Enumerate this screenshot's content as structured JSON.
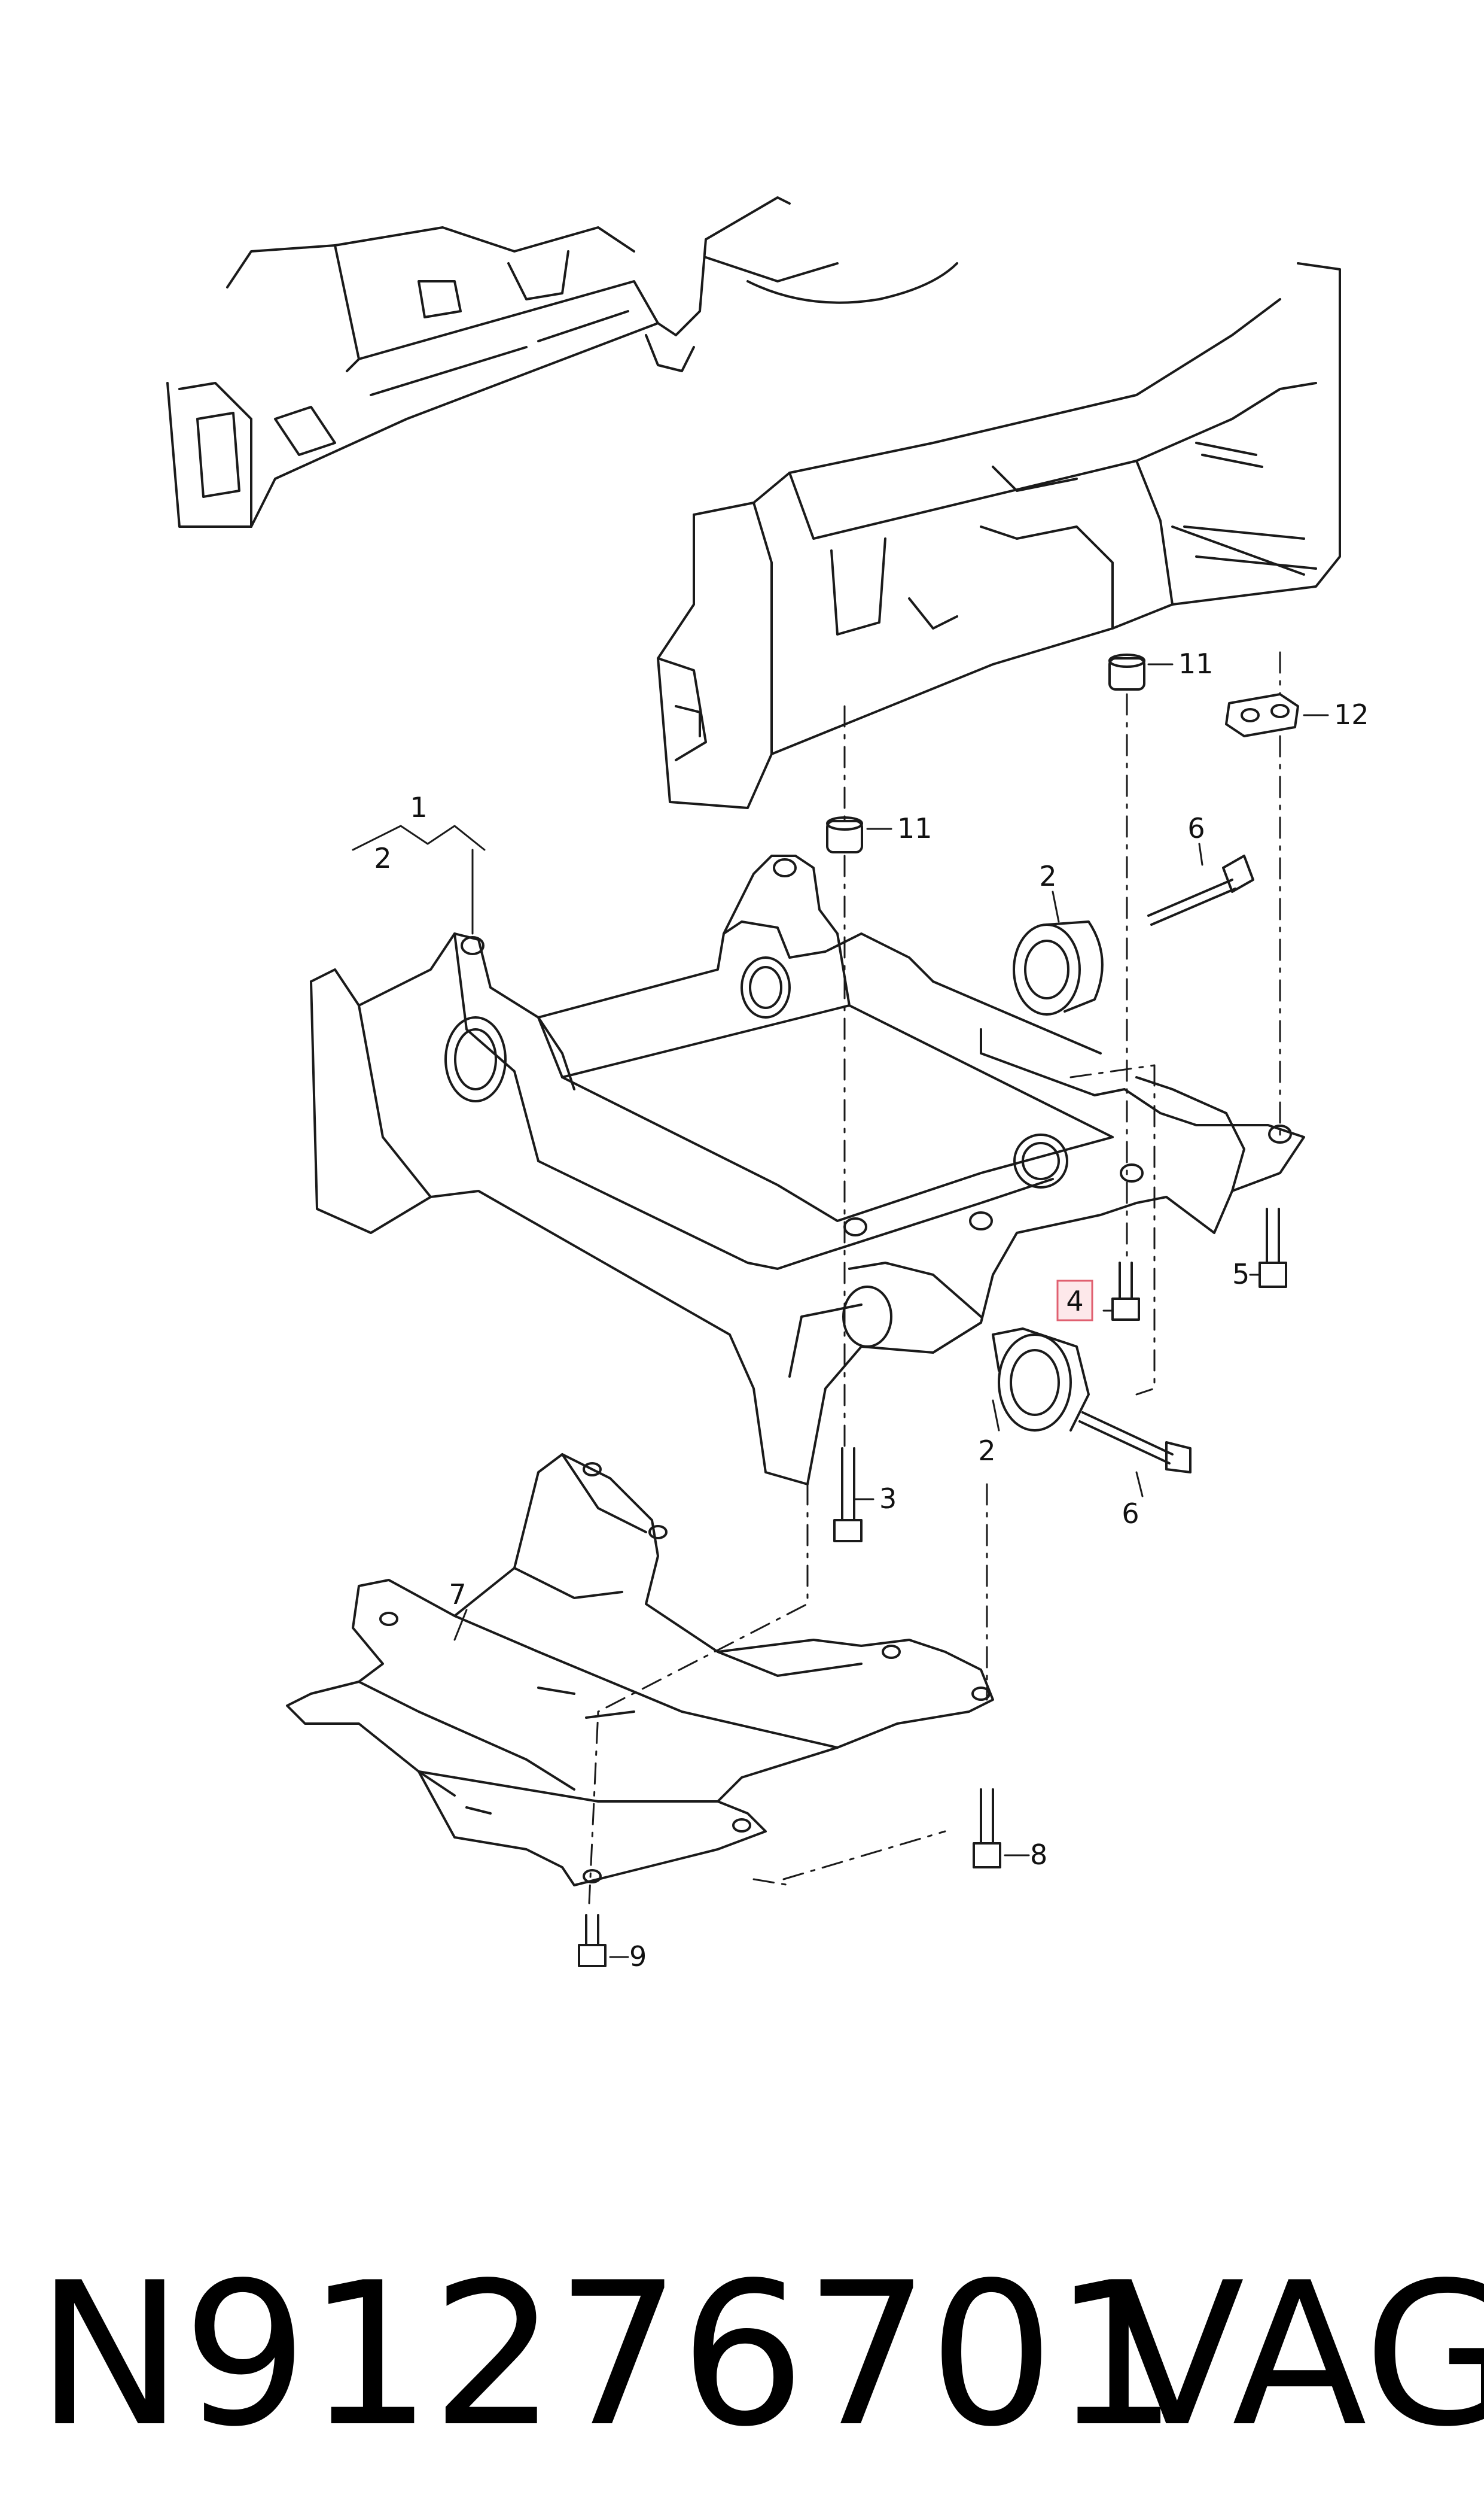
{
  "callouts": {
    "c1": "1",
    "c2_bracket": "2",
    "c2_upper": "2",
    "c2_lower": "2",
    "c3": "3",
    "c4": "4",
    "c5": "5",
    "c6_upper": "6",
    "c6_lower": "6",
    "c7": "7",
    "c8": "8",
    "c9": "9",
    "c11_right": "11",
    "c11_left": "11",
    "c12": "12"
  },
  "highlight": {
    "callout": "4",
    "color": "#e06070",
    "fill": "#fde8ea"
  },
  "footer": {
    "part_number": "N91276701",
    "brand": "VAG"
  }
}
